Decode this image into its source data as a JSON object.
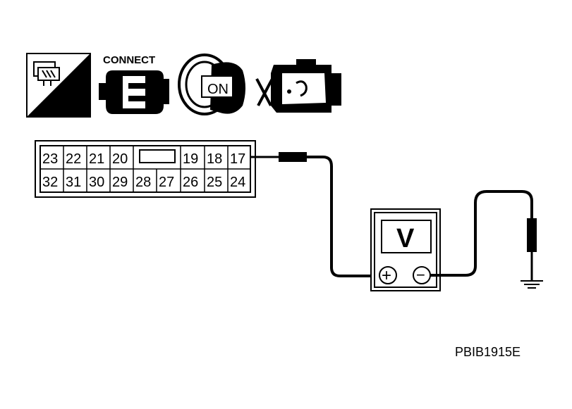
{
  "icons": {
    "harness_label": "H.S.",
    "connect_label": "CONNECT",
    "ignition_label": "ON"
  },
  "connector": {
    "top_row": [
      "23",
      "22",
      "21",
      "20",
      "19",
      "18",
      "17"
    ],
    "bottom_row": [
      "32",
      "31",
      "30",
      "29",
      "28",
      "27",
      "26",
      "25",
      "24"
    ]
  },
  "meter": {
    "display": "V",
    "positive_terminal": "+",
    "negative_terminal": "−"
  },
  "figure_id": "PBIB1915E"
}
